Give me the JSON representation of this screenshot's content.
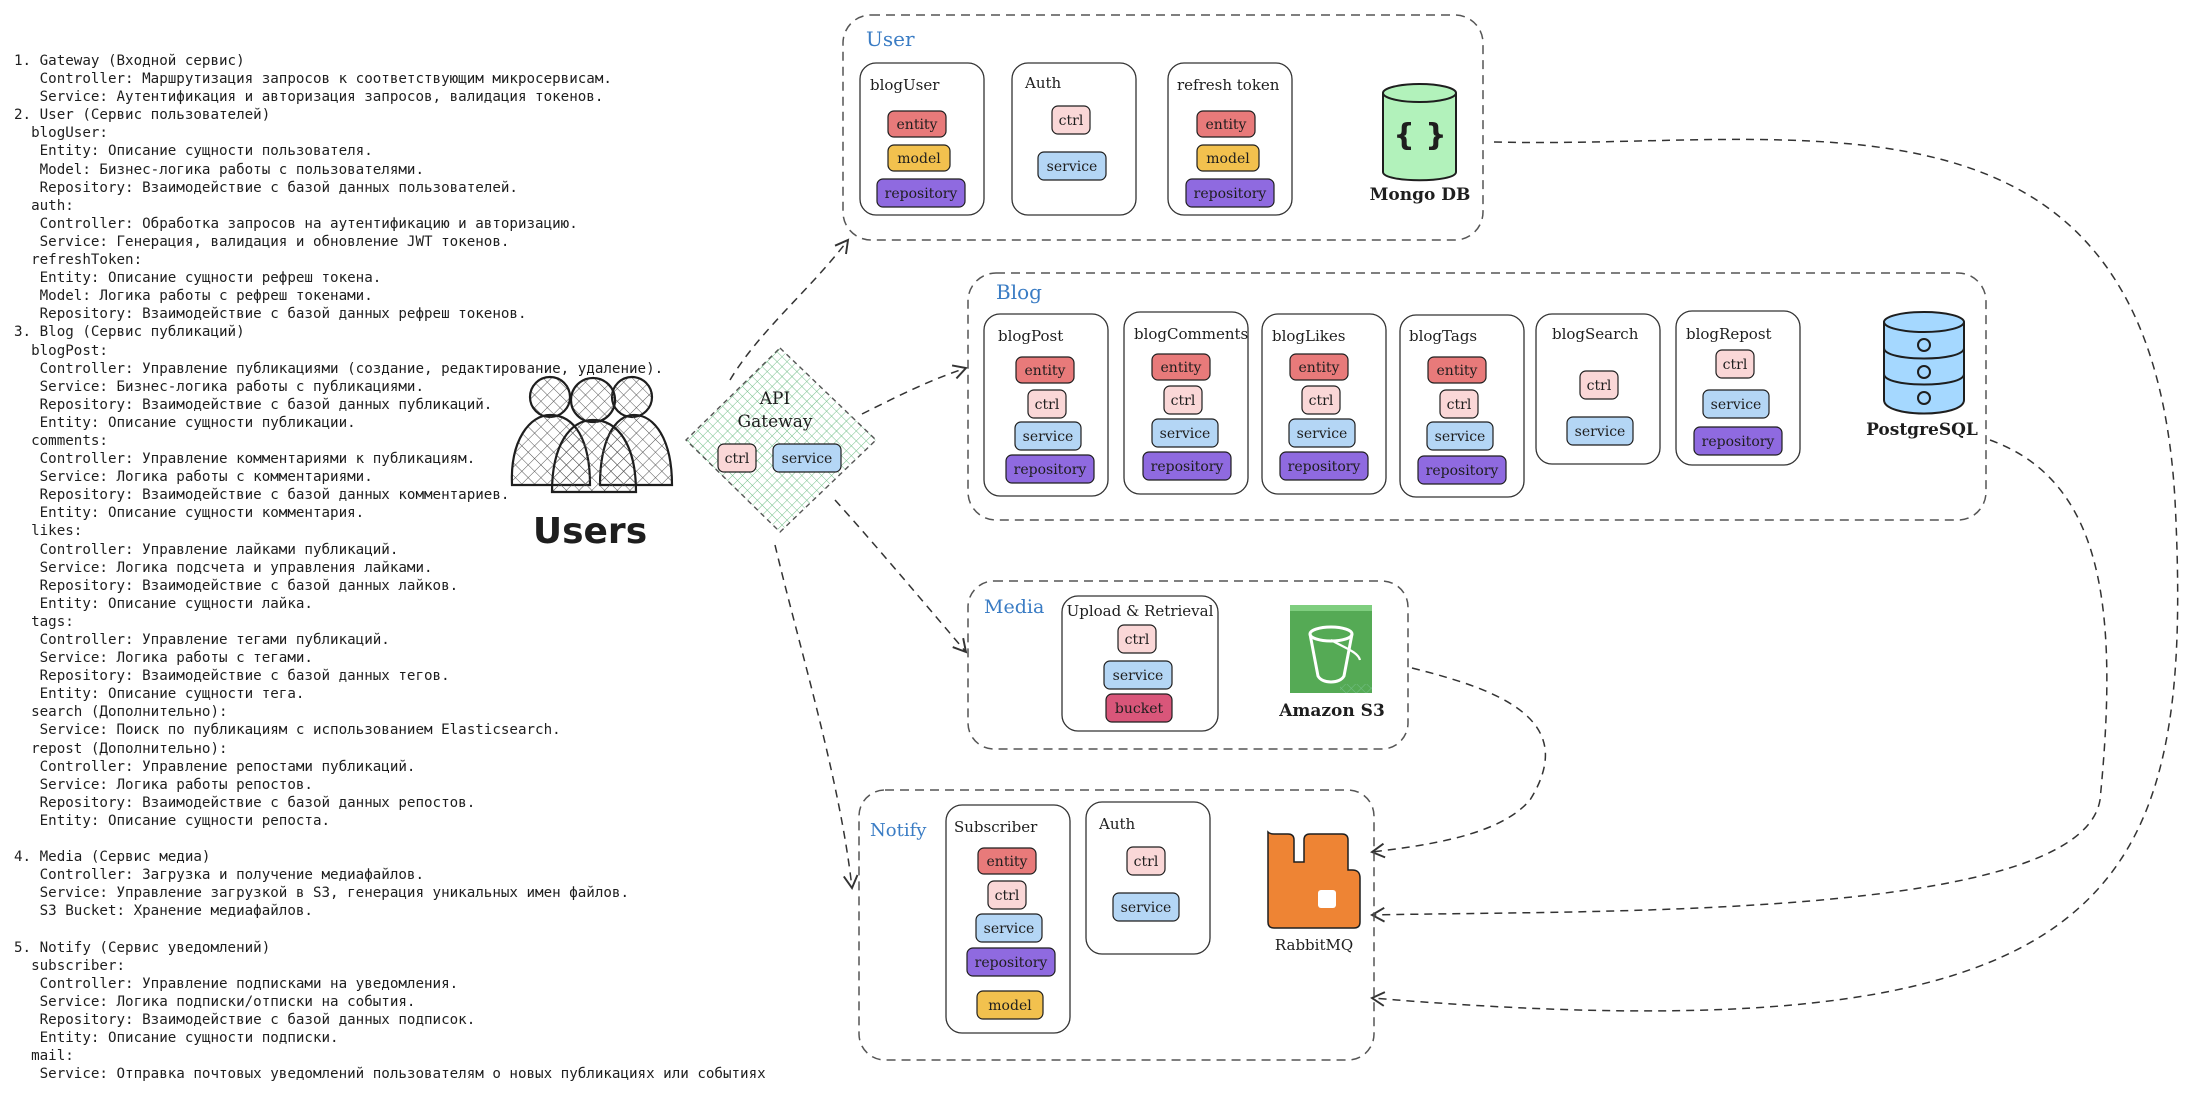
{
  "notes": [
    "1. Gateway (Входной сервис)",
    "   Controller: Маршрутизация запросов к соответствующим микросервисам.",
    "   Service: Аутентификация и авторизация запросов, валидация токенов.",
    "2. User (Сервис пользователей)",
    "  blogUser:",
    "   Entity: Описание сущности пользователя.",
    "   Model: Бизнес-логика работы с пользователями.",
    "   Repository: Взаимодействие с базой данных пользователей.",
    "  auth:",
    "   Controller: Обработка запросов на аутентификацию и авторизацию.",
    "   Service: Генерация, валидация и обновление JWT токенов.",
    "  refreshToken:",
    "   Entity: Описание сущности рефреш токена.",
    "   Model: Логика работы с рефреш токенами.",
    "   Repository: Взаимодействие с базой данных рефреш токенов.",
    "3. Blog (Сервис публикаций)",
    "  blogPost:",
    "   Controller: Управление публикациями (создание, редактирование, удаление).",
    "   Service: Бизнес-логика работы с публикациями.",
    "   Repository: Взаимодействие с базой данных публикаций.",
    "   Entity: Описание сущности публикации.",
    "  comments:",
    "   Controller: Управление комментариями к публикациям.",
    "   Service: Логика работы с комментариями.",
    "   Repository: Взаимодействие с базой данных комментариев.",
    "   Entity: Описание сущности комментария.",
    "  likes:",
    "   Controller: Управление лайками публикаций.",
    "   Service: Логика подсчета и управления лайками.",
    "   Repository: Взаимодействие с базой данных лайков.",
    "   Entity: Описание сущности лайка.",
    "  tags:",
    "   Controller: Управление тегами публикаций.",
    "   Service: Логика работы с тегами.",
    "   Repository: Взаимодействие с базой данных тегов.",
    "   Entity: Описание сущности тега.",
    "  search (Дополнительно):",
    "   Service: Поиск по публикациям с использованием Elasticsearch.",
    "  repost (Дополнительно):",
    "   Controller: Управление репостами публикаций.",
    "   Service: Логика работы репостов.",
    "   Repository: Взаимодействие с базой данных репостов.",
    "   Entity: Описание сущности репоста.",
    "",
    "4. Media (Сервис медиа)",
    "   Controller: Загрузка и получение медиафайлов.",
    "   Service: Управление загрузкой в S3, генерация уникальных имен файлов.",
    "   S3 Bucket: Хранение медиафайлов.",
    "",
    "5. Notify (Сервис уведомлений)",
    "  subscriber:",
    "   Controller: Управление подписками на уведомления.",
    "   Service: Логика подписки/отписки на события.",
    "   Repository: Взаимодействие с базой данных подписок.",
    "   Entity: Описание сущности подписки.",
    "  mail:",
    "   Service: Отправка почтовых уведомлений пользователям о новых публикациях или событиях"
  ],
  "users_label": "Users",
  "gateway": {
    "line1": "API",
    "line2": "Gateway",
    "ctrl": "ctrl",
    "service": "service"
  },
  "user_group": {
    "title": "User",
    "blogUser": {
      "title": "blogUser",
      "entity": "entity",
      "model": "model",
      "repository": "repository"
    },
    "auth": {
      "title": "Auth",
      "ctrl": "ctrl",
      "service": "service"
    },
    "refresh": {
      "title": "refresh token",
      "entity": "entity",
      "model": "model",
      "repository": "repository"
    },
    "mongo": {
      "symbol": "{ }",
      "label": "Mongo DB"
    }
  },
  "blog_group": {
    "title": "Blog",
    "blogPost": {
      "title": "blogPost",
      "entity": "entity",
      "ctrl": "ctrl",
      "service": "service",
      "repository": "repository"
    },
    "blogComments": {
      "title": "blogComments",
      "entity": "entity",
      "ctrl": "ctrl",
      "service": "service",
      "repository": "repository"
    },
    "blogLikes": {
      "title": "blogLikes",
      "entity": "entity",
      "ctrl": "ctrl",
      "service": "service",
      "repository": "repository"
    },
    "blogTags": {
      "title": "blogTags",
      "entity": "entity",
      "ctrl": "ctrl",
      "service": "service",
      "repository": "repository"
    },
    "blogSearch": {
      "title": "blogSearch",
      "ctrl": "ctrl",
      "service": "service"
    },
    "blogRepost": {
      "title": "blogRepost",
      "ctrl": "ctrl",
      "service": "service",
      "repository": "repository"
    },
    "postgres": {
      "label": "PostgreSQL"
    }
  },
  "media_group": {
    "title": "Media",
    "upload": {
      "title": "Upload & Retrieval",
      "ctrl": "ctrl",
      "service": "service",
      "bucket": "bucket"
    },
    "s3": {
      "label": "Amazon S3"
    }
  },
  "notify_group": {
    "title": "Notify",
    "subscriber": {
      "title": "Subscriber",
      "entity": "entity",
      "ctrl": "ctrl",
      "service": "service",
      "repository": "repository",
      "model": "model"
    },
    "auth": {
      "title": "Auth",
      "ctrl": "ctrl",
      "service": "service"
    },
    "rabbit": {
      "label": "RabbitMQ"
    }
  },
  "colors": {
    "entity": "#e87a7a",
    "ctrl": "#fad7d7",
    "service": "#b4d6f5",
    "repository": "#8f6ae0",
    "model": "#f2c14e",
    "bucket": "#d9567a",
    "group_title": "#3a7cc4",
    "mongo": "#b2f2bb",
    "postgres": "#a5d8ff",
    "s3": "#55aa55",
    "rabbitmq": "#ee8434"
  }
}
